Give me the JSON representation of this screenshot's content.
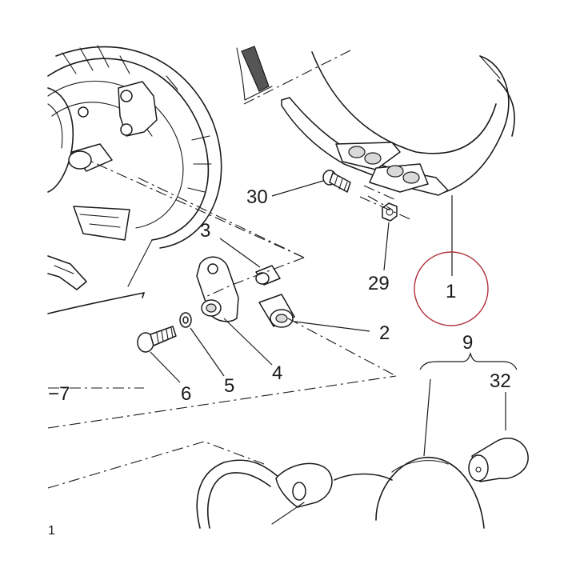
{
  "callouts": {
    "c1": "1",
    "c2": "2",
    "c3": "3",
    "c4": "4",
    "c5": "5",
    "c6": "6",
    "c7": "−7",
    "c9": "9",
    "c29": "29",
    "c30": "30",
    "c32": "32",
    "c_bottom": "1"
  },
  "highlight": {
    "target": "1",
    "color": "#b0303c"
  }
}
